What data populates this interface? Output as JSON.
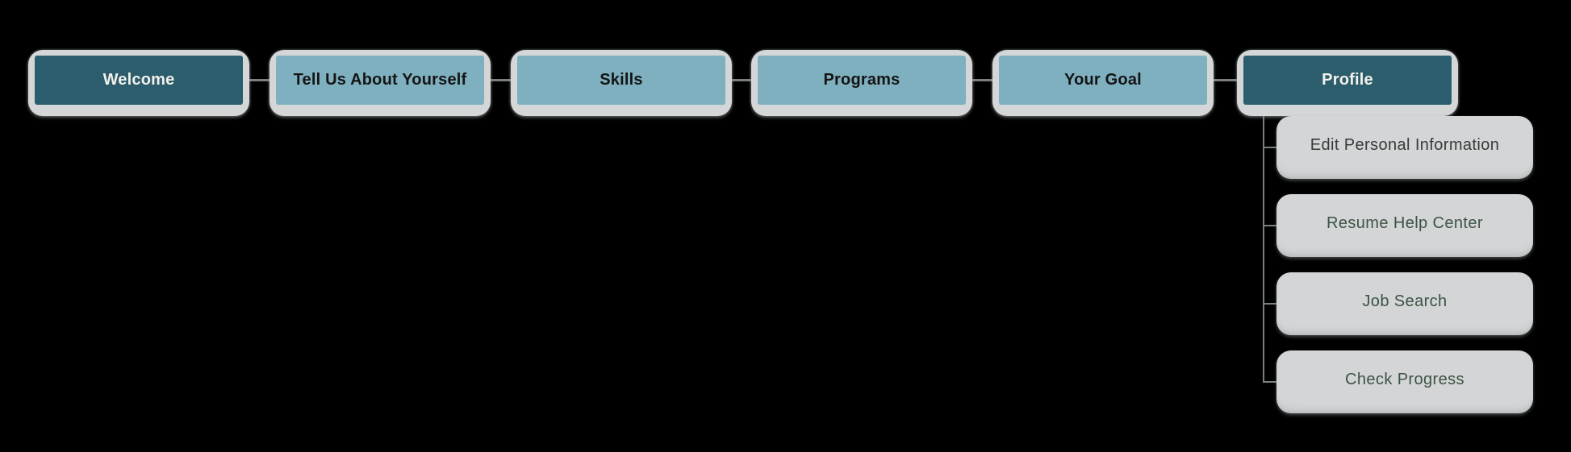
{
  "colors": {
    "teal-dark": "#2b5d6c",
    "teal-light": "#7fb0bf",
    "frame-gray": "#d4d6d7",
    "box-gray": "#d3d5d6",
    "line-gray": "#7a8082",
    "text-light": "#f3f1eb",
    "text-dark": "#141414",
    "child-green": "#3e5345",
    "child-gray": "#3a3a3a"
  },
  "flow": {
    "steps": [
      {
        "label": "Welcome",
        "variant": "dark"
      },
      {
        "label": "Tell Us About Yourself",
        "variant": "light"
      },
      {
        "label": "Skills",
        "variant": "light"
      },
      {
        "label": "Programs",
        "variant": "light"
      },
      {
        "label": "Your Goal",
        "variant": "light"
      },
      {
        "label": "Profile",
        "variant": "dark"
      }
    ],
    "profile_children": [
      {
        "label": "Edit Personal Information",
        "text_color": "#3a3a3a"
      },
      {
        "label": "Resume Help Center",
        "text_color": "#3e5345"
      },
      {
        "label": "Job Search",
        "text_color": "#3e5345"
      },
      {
        "label": "Check Progress",
        "text_color": "#3e5345"
      }
    ]
  }
}
